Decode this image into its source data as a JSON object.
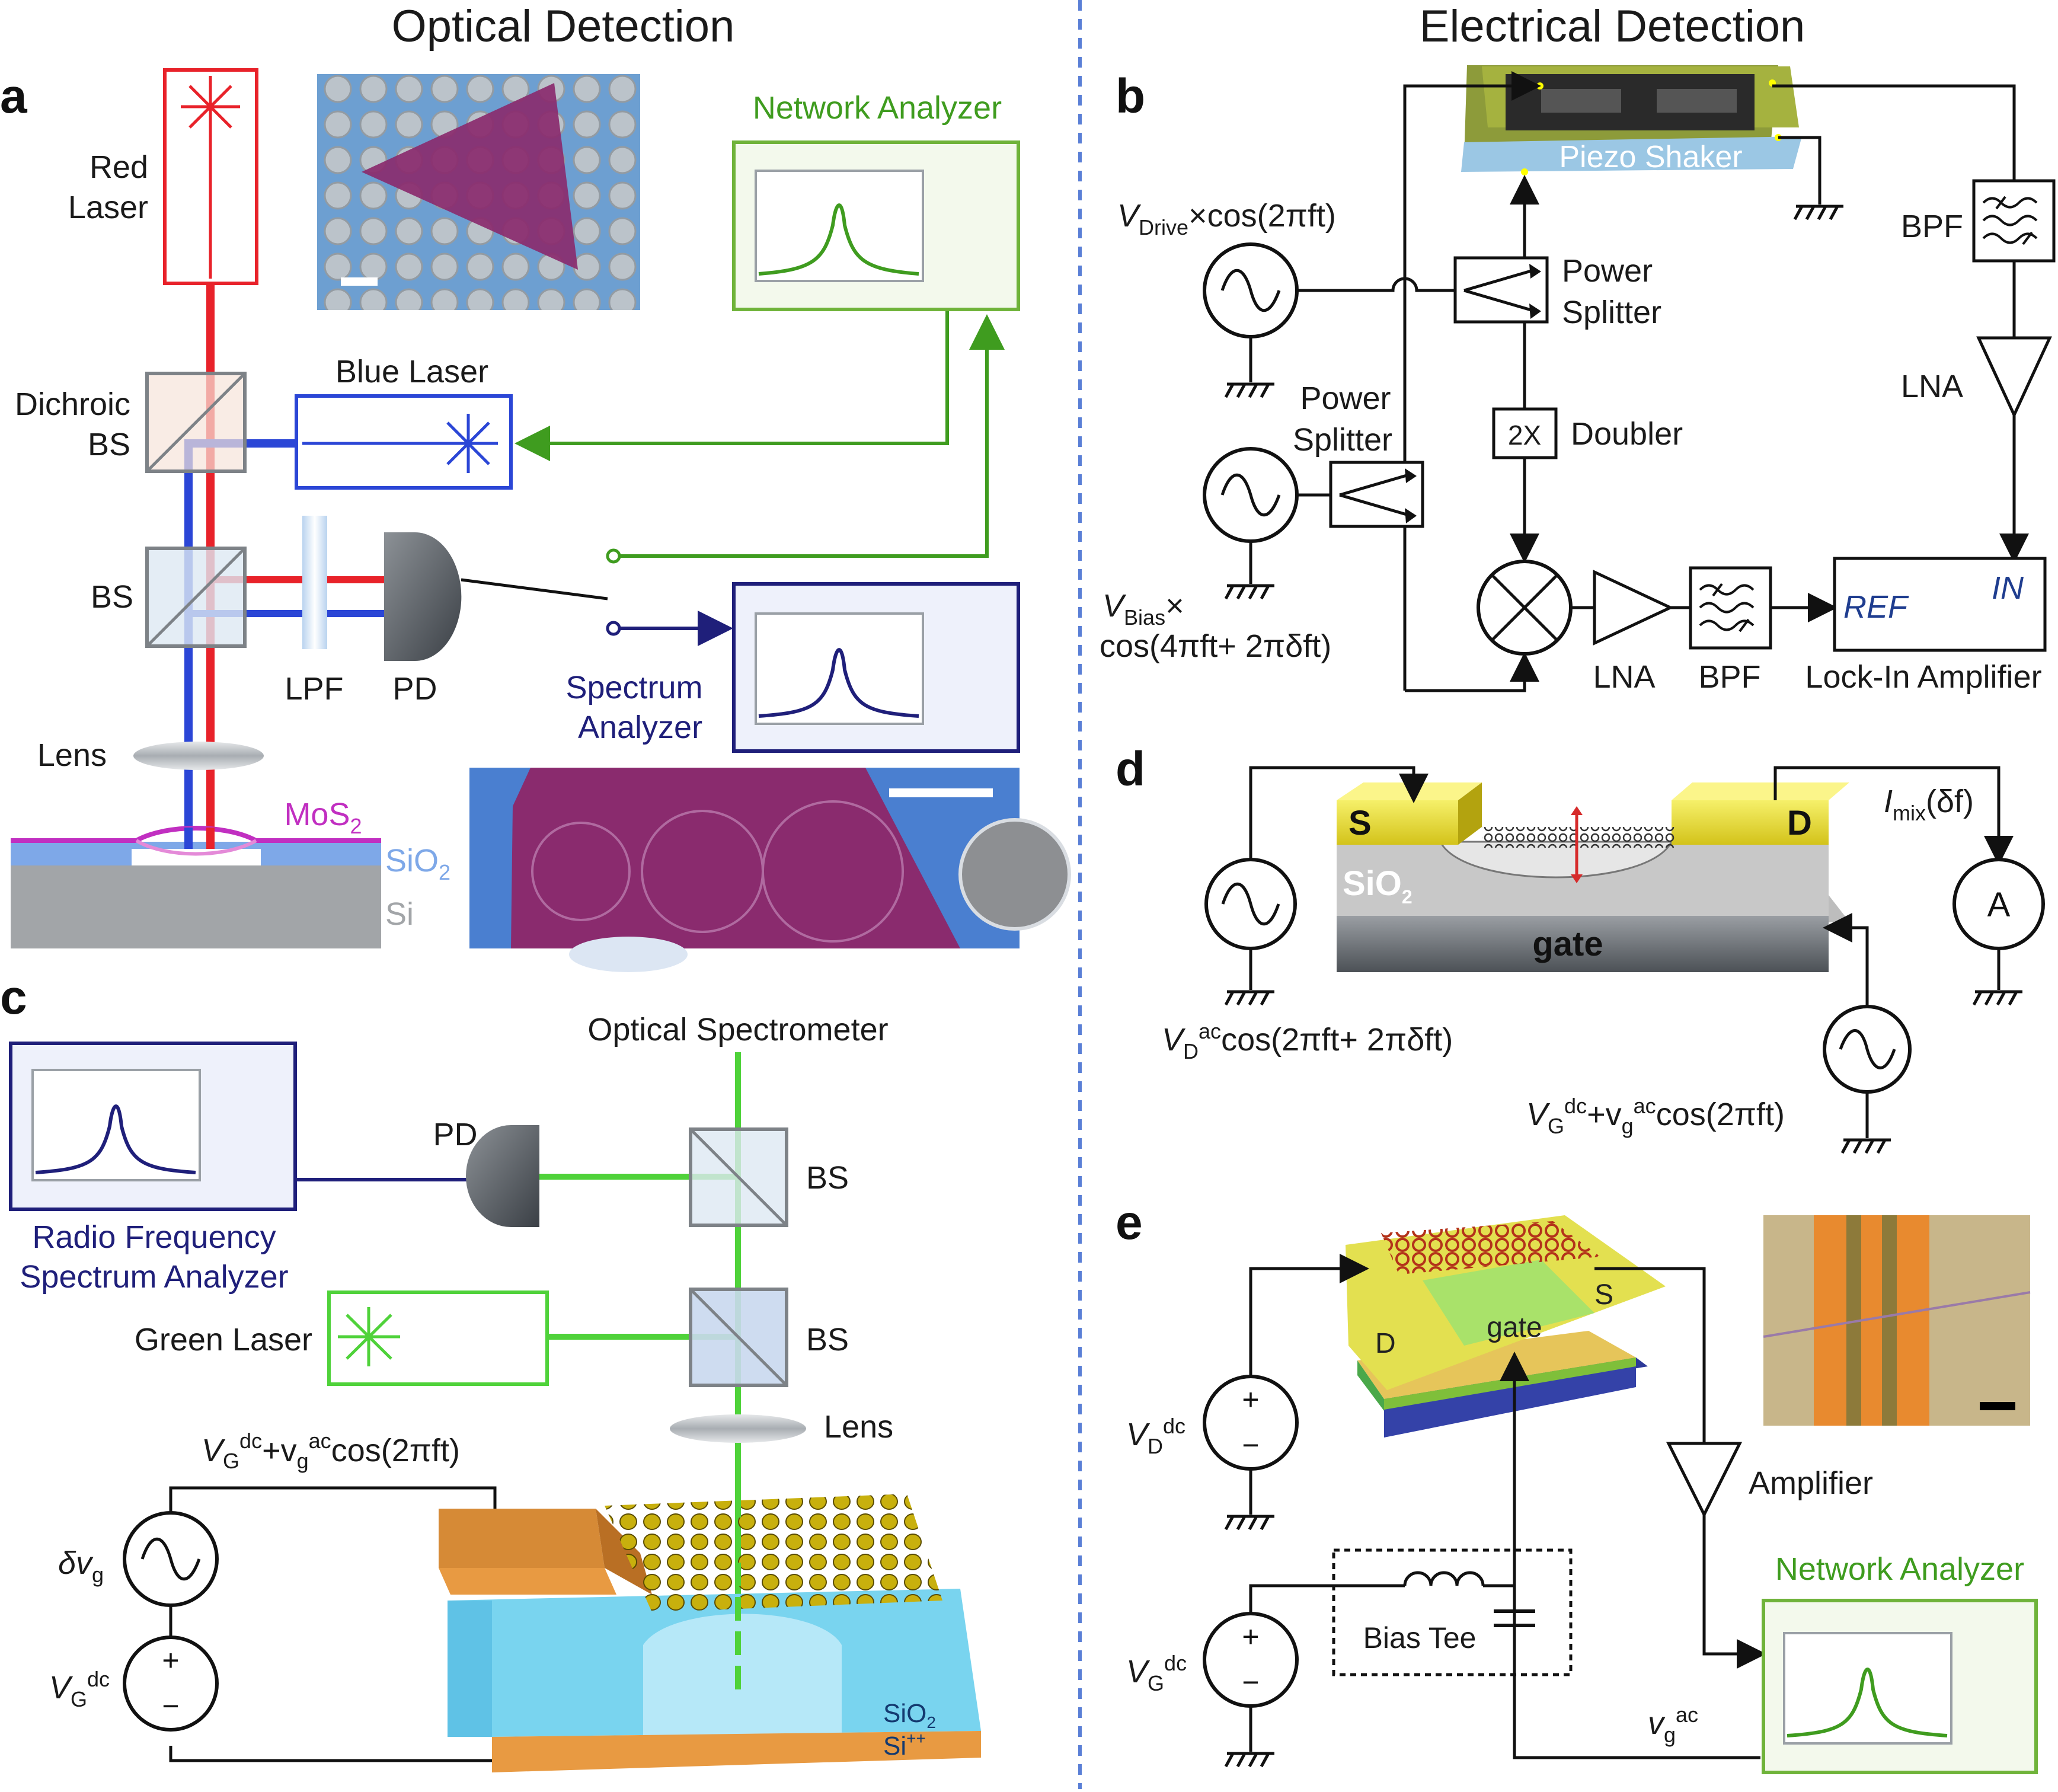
{
  "titles": {
    "optical": "Optical Detection",
    "electrical": "Electrical Detection"
  },
  "panels": {
    "a": "a",
    "b": "b",
    "c": "c",
    "d": "d",
    "e": "e"
  },
  "panel_a": {
    "red_laser": [
      "Red",
      "Laser"
    ],
    "blue_laser": "Blue Laser",
    "dichroic_bs": [
      "Dichroic",
      "BS"
    ],
    "bs": "BS",
    "lpf": "LPF",
    "pd": "PD",
    "lens": "Lens",
    "mos2": "MoS",
    "mos2_sub": "2",
    "sio2": "SiO",
    "sio2_sub": "2",
    "si": "Si",
    "network_analyzer": "Network Analyzer",
    "spectrum_analyzer": [
      "Spectrum",
      "Analyzer"
    ]
  },
  "panel_b": {
    "piezo_shaker": "Piezo Shaker",
    "v_drive": "V",
    "v_drive_sub": "Drive",
    "v_drive_expr": "×cos(2πft)",
    "power_splitter_1": [
      "Power",
      "Splitter"
    ],
    "power_splitter_2": [
      "Power",
      "Splitter"
    ],
    "doubler_box": "2X",
    "doubler": "Doubler",
    "v_bias": "V",
    "v_bias_sub": "Bias",
    "v_bias_x": "×",
    "v_bias_expr": "cos(4πft+ 2πδft)",
    "lna_1": "LNA",
    "bpf_1": "BPF",
    "lna_2": "LNA",
    "bpf_2": "BPF",
    "lockin": "Lock-In Amplifier",
    "ref": "REF",
    "in": "IN"
  },
  "panel_c": {
    "optical_spectrometer": "Optical Spectrometer",
    "pd": "PD",
    "bs1": "BS",
    "bs2": "BS",
    "lens": "Lens",
    "green_laser": "Green Laser",
    "rf_analyzer": [
      "Radio Frequency",
      "Spectrum Analyzer"
    ],
    "vg_expr": "V",
    "vg_expr_sub": "G",
    "vg_expr_sup": "dc",
    "vg_expr_rest": "+v",
    "vg_expr_rest_sub": "g",
    "vg_expr_rest_sup": "ac",
    "vg_expr_tail": "cos(2πft)",
    "delta_vg": "δv",
    "delta_vg_sub": "g",
    "vg_dc": "V",
    "vg_dc_sub": "G",
    "vg_dc_sup": "dc",
    "sio2": "SiO",
    "sio2_sub": "2",
    "si": "Si",
    "si_sup": "++"
  },
  "panel_d": {
    "s": "S",
    "d": "D",
    "sio2": "SiO",
    "sio2_sub": "2",
    "gate": "gate",
    "imix": "I",
    "imix_sub": "mix",
    "imix_rest": "(δf)",
    "ammeter": "A",
    "vd_expr": "V",
    "vd_sub": "D",
    "vd_sup": "ac",
    "vd_tail": "cos(2πft+ 2πδft)",
    "vg_expr": "V",
    "vg_sub": "G",
    "vg_sup": "dc",
    "vg_rest": "+v",
    "vg_rest_sub": "g",
    "vg_rest_sup": "ac",
    "vg_tail": "cos(2πft)"
  },
  "panel_e": {
    "d": "D",
    "s": "S",
    "gate": "gate",
    "vd": "V",
    "vd_sub": "D",
    "vd_sup": "dc",
    "vg": "V",
    "vg_sub": "G",
    "vg_sup": "dc",
    "bias_tee": "Bias Tee",
    "amplifier": "Amplifier",
    "network_analyzer": "Network Analyzer",
    "vg_ac": "v",
    "vg_ac_sub": "g",
    "vg_ac_sup": "ac",
    "plus": "+",
    "minus": "−"
  },
  "colors": {
    "red_beam": "#e8222a",
    "blue_beam": "#2b46d6",
    "green_beam": "#4fd23a",
    "navy": "#1f1f7a",
    "analyzer_green": "#3f9c1f",
    "divider": "#5a7fd6"
  }
}
